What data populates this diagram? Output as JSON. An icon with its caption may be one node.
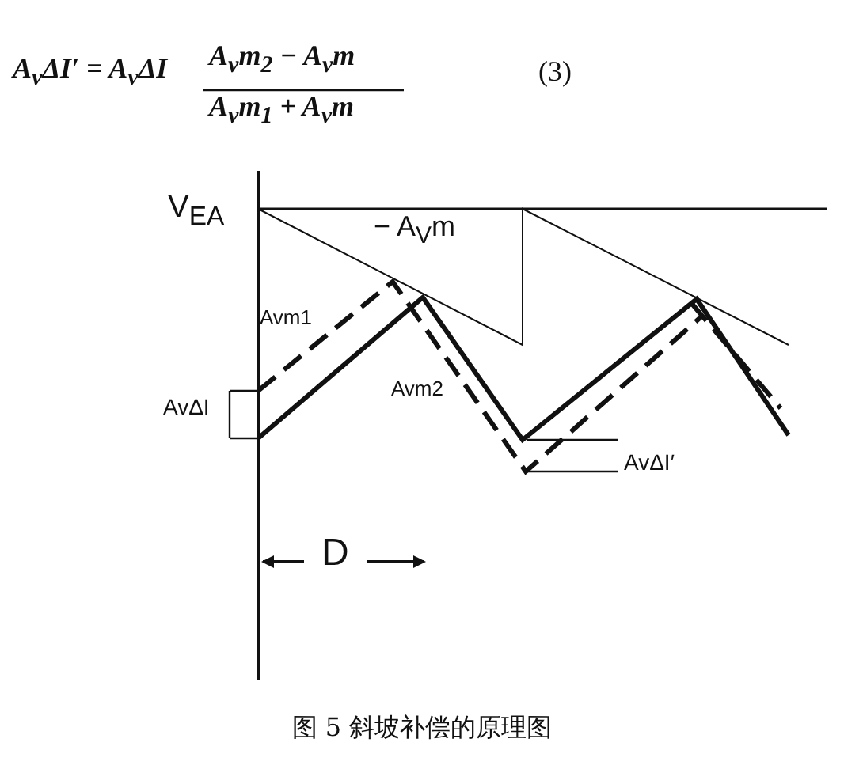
{
  "diagram": {
    "caption": "图 5 斜坡补偿的原理图",
    "labels": [
      "A$_{v}$ΔI′ = A$_{v}$ΔI",
      "A$_{v}$m$_{2}$ − A$_{v}$m",
      "A$_{v}$m$_{1}$ + A$_{v}$m",
      "(3)",
      "V$_{EA}$",
      "− A$_{V}$m",
      "Avm1",
      "AvΔI",
      "Avm2",
      "AvΔI′",
      "D"
    ]
  }
}
